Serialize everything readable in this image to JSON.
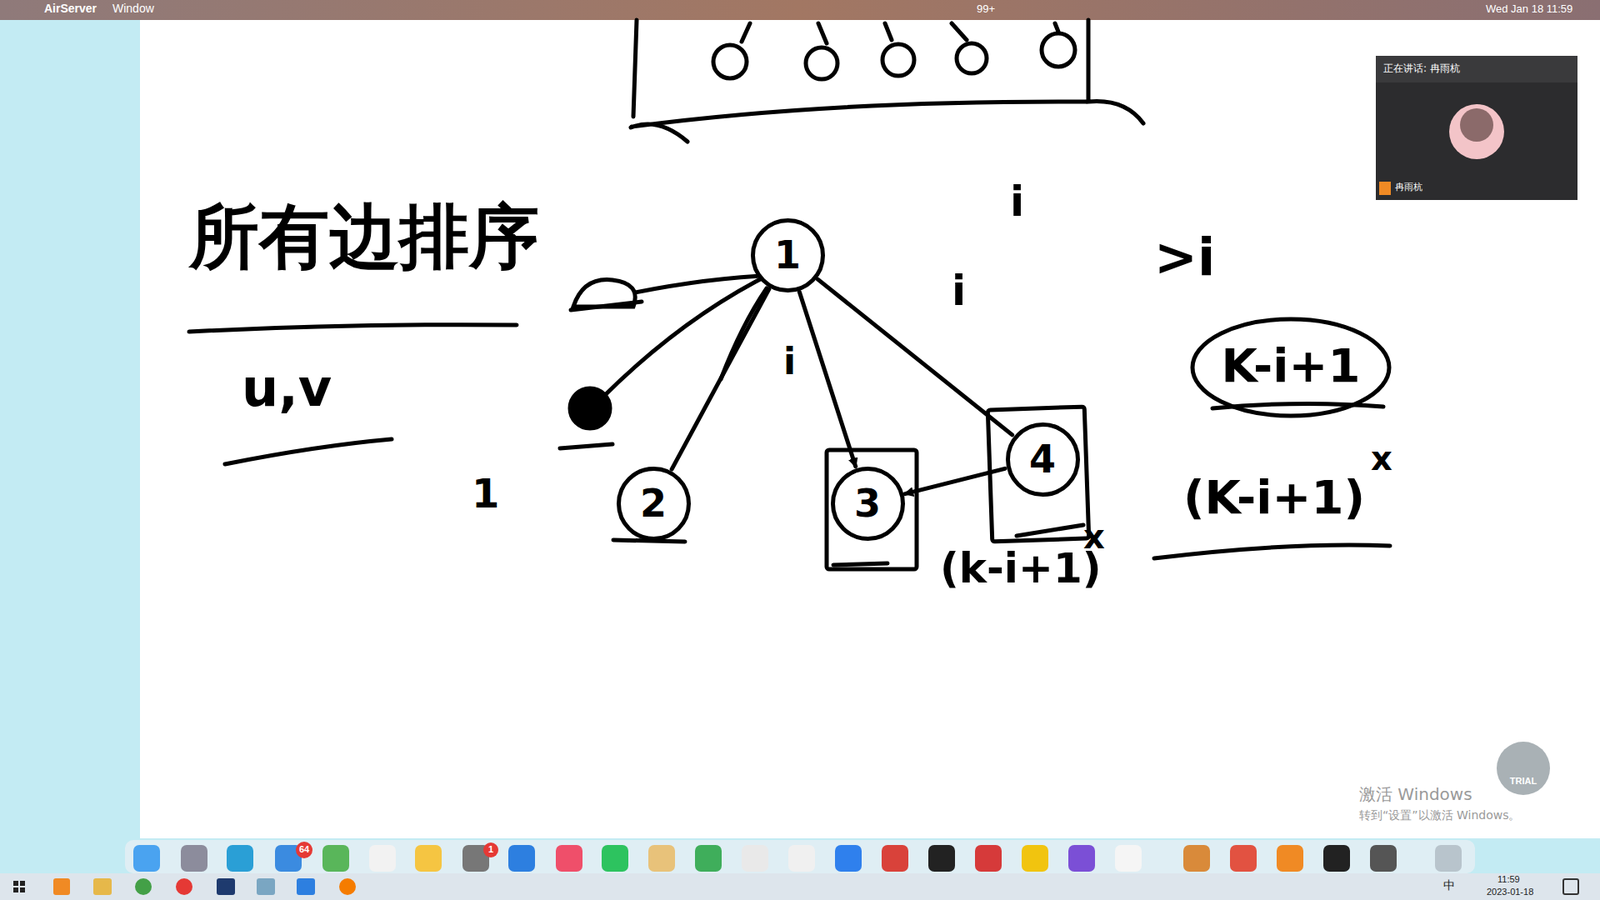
{
  "diagram": {
    "nodes": [
      {
        "text": [
          "1"
        ]
      },
      {
        "text": [
          "2"
        ]
      },
      {
        "text": [
          "3"
        ]
      },
      {
        "text": [
          "4"
        ]
      }
    ],
    "edges": [
      {
        "from": 0,
        "to": 1,
        "arrow": "none"
      },
      {
        "from": 0,
        "to": 2,
        "arrow": "to"
      },
      {
        "from": 0,
        "to": 3,
        "arrow": "none"
      },
      {
        "from": 3,
        "to": 2,
        "arrow": "to"
      }
    ],
    "labels": [
      "所有边排序",
      "u,v",
      "1",
      "i",
      "i",
      "i",
      ">i",
      "K-i+1",
      "(K-i+1)",
      "x",
      "(k-i+1)",
      "x",
      "AirServer",
      "Window",
      "99+",
      "Wed Jan 18 11:59",
      "正在讲话: 冉雨杭",
      "冉雨杭",
      "TRIAL",
      "激活 Windows",
      "转到“设置”以激活 Windows。",
      "64",
      "1",
      "11:59",
      "2023-01-18",
      "中"
    ]
  }
}
